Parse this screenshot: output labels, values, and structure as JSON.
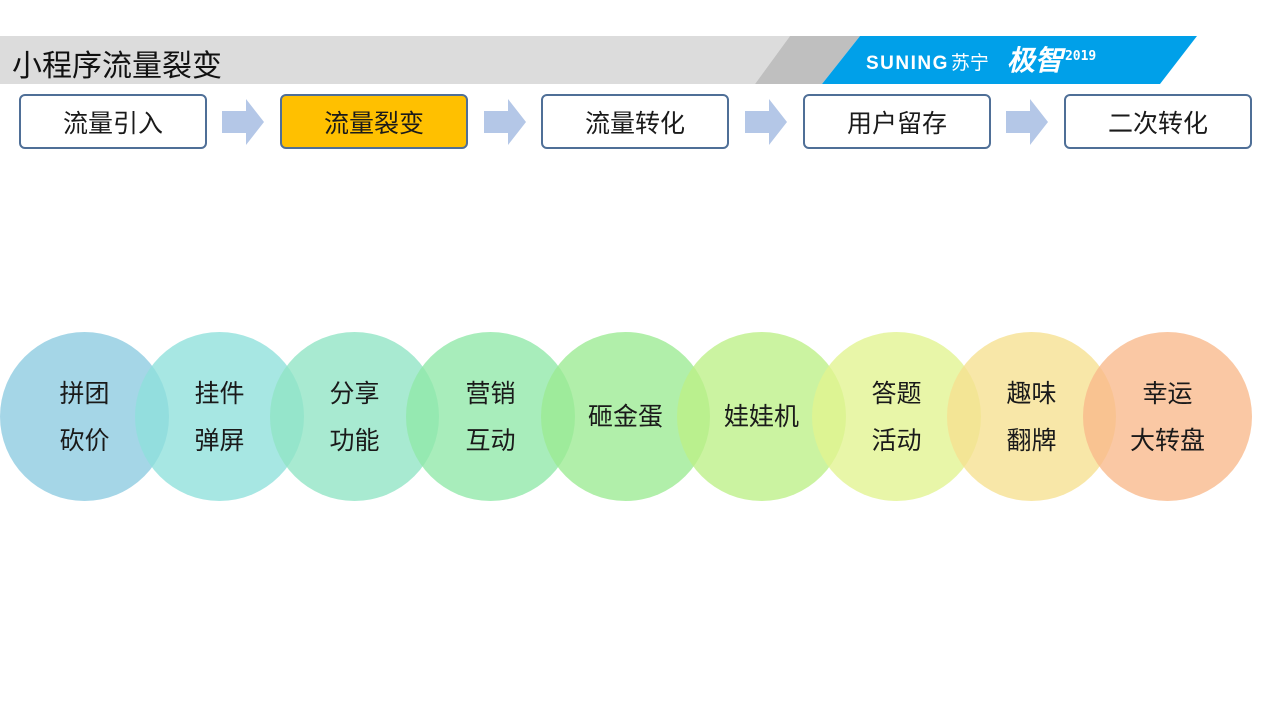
{
  "header": {
    "title": "小程序流量裂变",
    "brand_name": "SUNING",
    "brand_name_cn": "苏宁",
    "logo_text": "极智",
    "logo_year": "2019",
    "colors": {
      "band_gray": "#d9d9d9",
      "band_dark": "#bfbfbf",
      "brand_blue": "#00a0e9"
    }
  },
  "steps": [
    {
      "label": "流量引入",
      "active": false
    },
    {
      "label": "流量裂变",
      "active": true
    },
    {
      "label": "流量转化",
      "active": false
    },
    {
      "label": "用户留存",
      "active": false
    },
    {
      "label": "二次转化",
      "active": false
    }
  ],
  "step_colors": {
    "border": "#4f6f97",
    "active_fill": "#ffc000",
    "arrow": "#b4c7e7"
  },
  "circles": [
    {
      "lines": [
        "拼团",
        "砍价"
      ],
      "color": "#8ccbe0"
    },
    {
      "lines": [
        "挂件",
        "弹屏"
      ],
      "color": "#8ee0db"
    },
    {
      "lines": [
        "分享",
        "功能"
      ],
      "color": "#8fe4c4"
    },
    {
      "lines": [
        "营销",
        "互动"
      ],
      "color": "#8fe8a8"
    },
    {
      "lines": [
        "砸金蛋"
      ],
      "color": "#9beb92"
    },
    {
      "lines": [
        "娃娃机"
      ],
      "color": "#bdf087"
    },
    {
      "lines": [
        "答题",
        "活动"
      ],
      "color": "#e2f48f"
    },
    {
      "lines": [
        "趣味",
        "翻牌"
      ],
      "color": "#f6e08f"
    },
    {
      "lines": [
        "幸运",
        "大转盘"
      ],
      "color": "#f8b98a"
    }
  ]
}
